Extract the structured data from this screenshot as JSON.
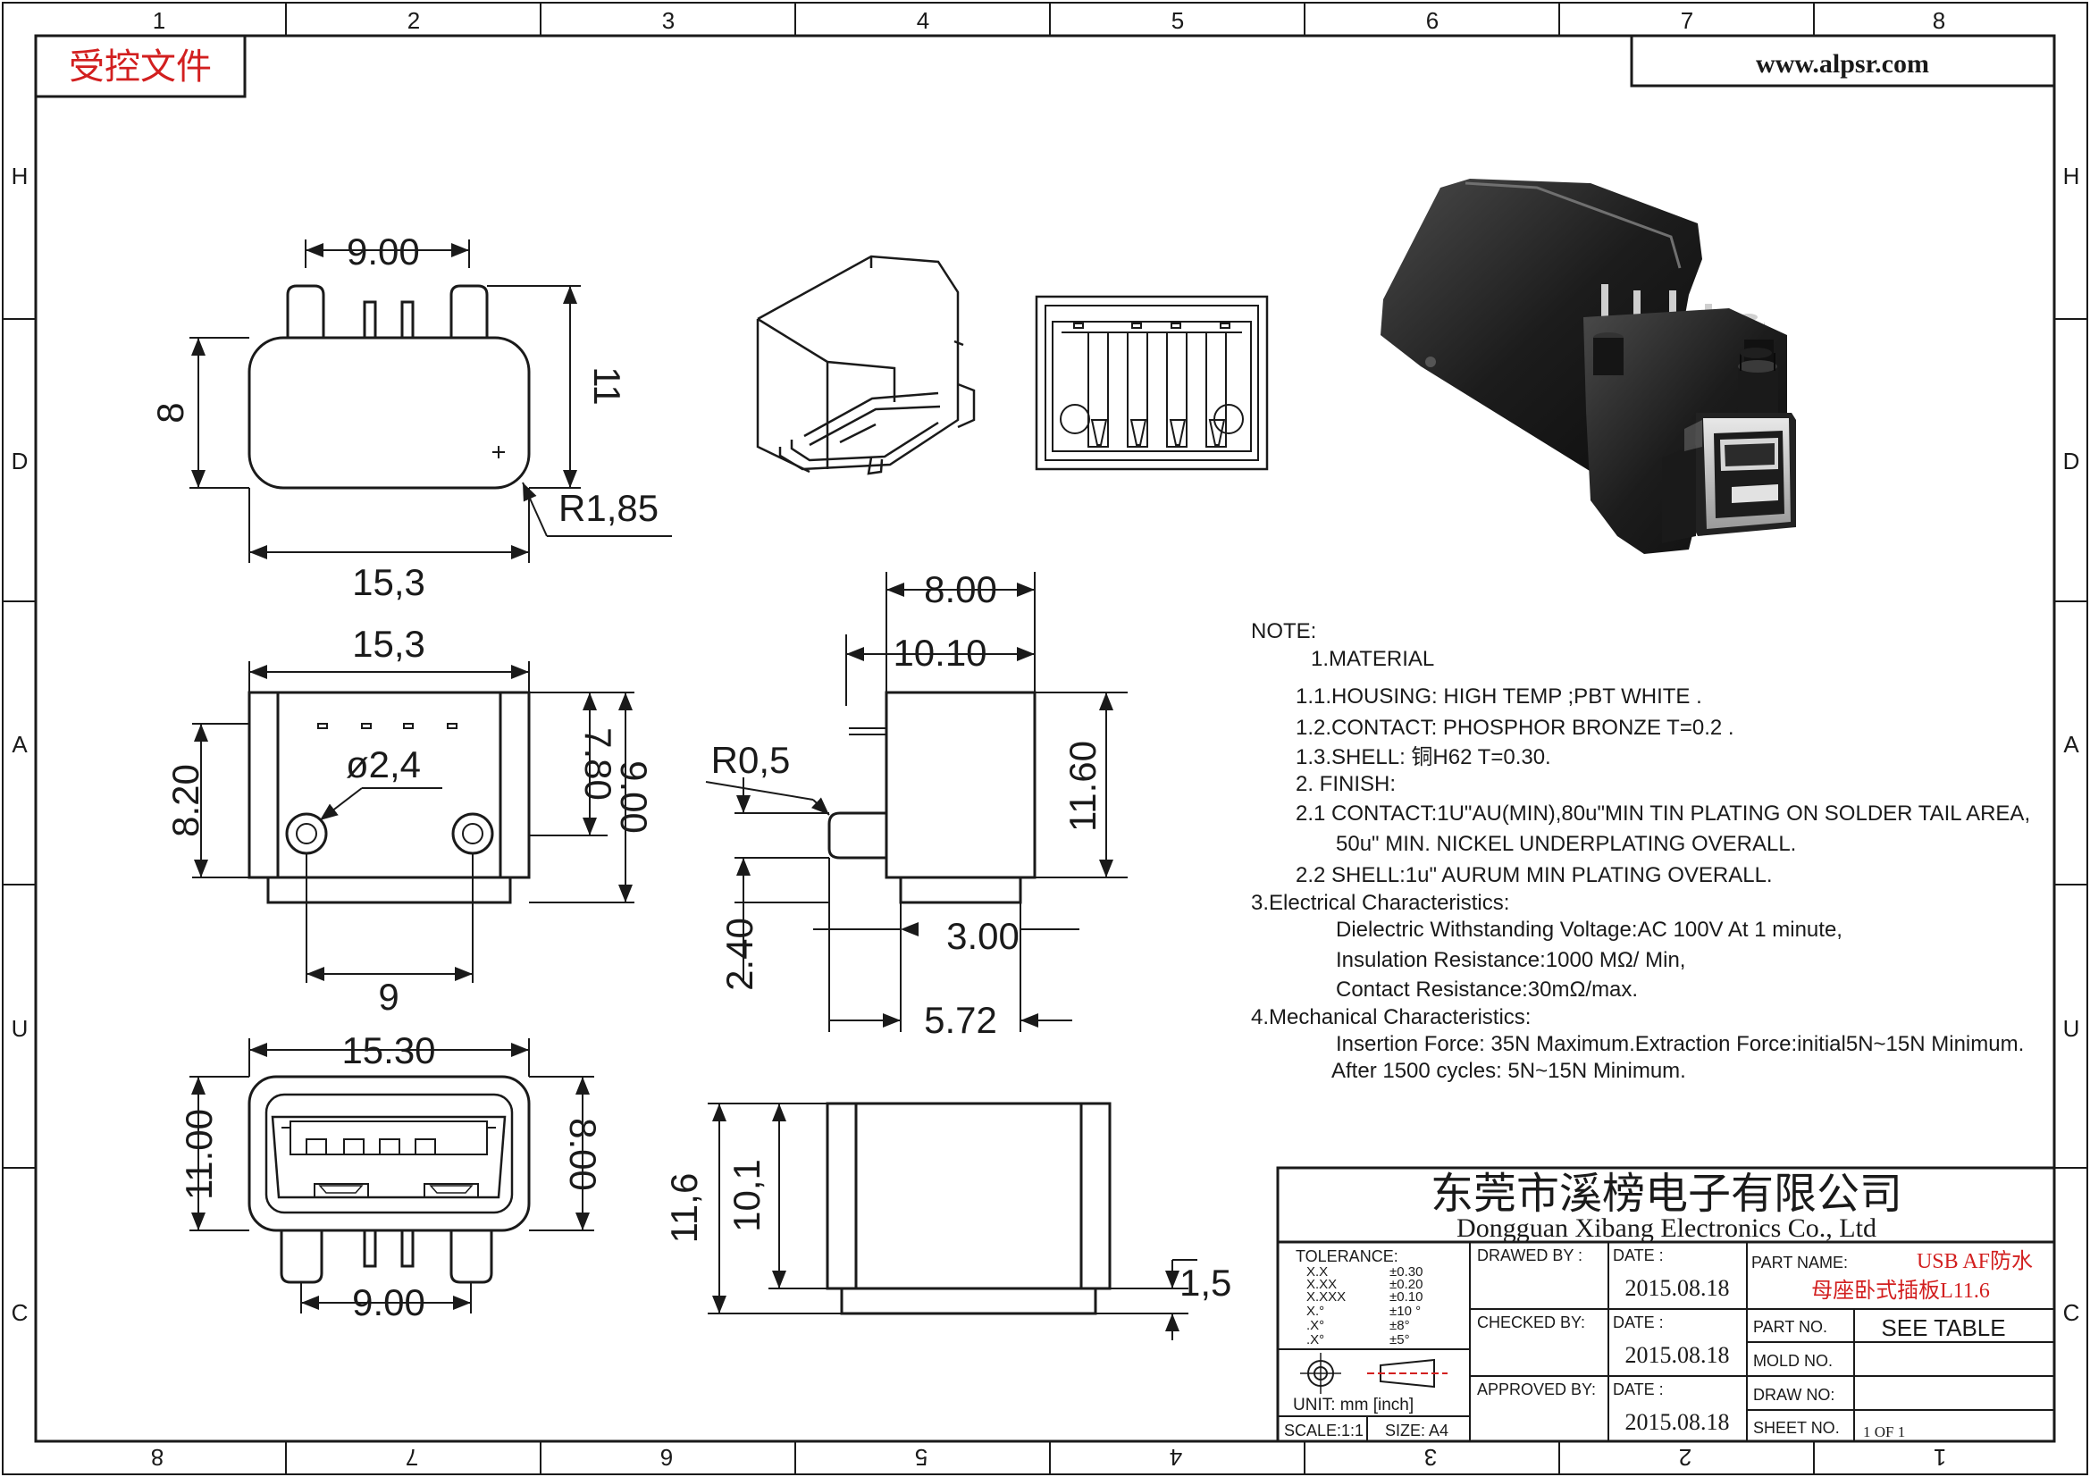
{
  "frame": {
    "top_numbers": [
      "1",
      "2",
      "3",
      "4",
      "5",
      "6",
      "7",
      "8"
    ],
    "bottom_numbers": [
      "8",
      "7",
      "6",
      "5",
      "4",
      "3",
      "2",
      "1"
    ],
    "left_letters": [
      "H",
      "D",
      "A",
      "U",
      "C"
    ],
    "right_letters": [
      "H",
      "D",
      "A",
      "U",
      "C"
    ]
  },
  "header": {
    "stamp": "受控文件",
    "website": "www.alpsr.com"
  },
  "views": {
    "top_view": {
      "width_top": "9.00",
      "height_left": "8",
      "height_right": "11",
      "radius": "R1,85",
      "width_bottom": "15,3"
    },
    "front_view": {
      "width_top": "15,3",
      "height_left": "8.20",
      "height_right_a": "7.80",
      "height_right_b": "9.00",
      "hole": "ø2,4",
      "pitch": "9"
    },
    "side_view": {
      "top_a": "8.00",
      "top_b": "10.10",
      "radius": "R0,5",
      "height": "11.60",
      "pin": "2.40",
      "offset": "3.00",
      "bottom": "5.72"
    },
    "port_view": {
      "width_top": "15.30",
      "height_left": "11.00",
      "height_right": "8.00",
      "width_bottom": "9.00"
    },
    "lower_side_view": {
      "height_a": "11,6",
      "height_b": "10,1",
      "tail": "1,5"
    }
  },
  "notes": {
    "title": "NOTE:",
    "lines": [
      "1.MATERIAL",
      "1.1.HOUSING: HIGH TEMP ;PBT WHITE .",
      "1.2.CONTACT: PHOSPHOR BRONZE T=0.2 .",
      "1.3.SHELL: 铜H62 T=0.30.",
      "2. FINISH:",
      "2.1 CONTACT:1U\"AU(MIN),80u\"MIN TIN PLATING ON SOLDER TAIL AREA,",
      "50u\" MIN. NICKEL UNDERPLATING OVERALL.",
      "2.2 SHELL:1u\" AURUM MIN PLATING OVERALL.",
      "3.Electrical Characteristics:",
      "Dielectric Withstanding Voltage:AC 100V At 1 minute,",
      "Insulation Resistance:1000 MΩ/ Min,",
      "Contact Resistance:30mΩ/max.",
      "4.Mechanical Characteristics:",
      "Insertion Force: 35N Maximum.Extraction Force:initial5N~15N Minimum.",
      "After 1500 cycles: 5N~15N Minimum."
    ]
  },
  "title_block": {
    "company_cn": "东莞市溪榜电子有限公司",
    "company_en": "Dongguan Xibang Electronics Co., Ltd",
    "tolerance_label": "TOLERANCE:",
    "tolerances": [
      {
        "fmt": "X.X",
        "val": "±0.30"
      },
      {
        "fmt": "X.XX",
        "val": "±0.20"
      },
      {
        "fmt": "X.XXX",
        "val": "±0.10"
      },
      {
        "fmt": "X.°",
        "val": "±10 °"
      },
      {
        "fmt": ".X°",
        "val": "±8°"
      },
      {
        "fmt": ".X°",
        "val": "±5°"
      }
    ],
    "unit": "UNIT: mm [inch]",
    "scale": "SCALE:1:1",
    "size": "SIZE: A4",
    "drawn_by": "DRAWED BY :",
    "checked_by": "CHECKED BY:",
    "approved_by": "APPROVED BY:",
    "date_label": "DATE :",
    "dates": [
      "2015.08.18",
      "2015.08.18",
      "2015.08.18"
    ],
    "part_name_label": "PART NAME:",
    "part_name_1": "USB AF防水",
    "part_name_2": "母座卧式插板L11.6",
    "part_no_label": "PART NO.",
    "part_no": "SEE TABLE",
    "mold_no_label": "MOLD NO.",
    "draw_no_label": "DRAW NO:",
    "sheet_label": "SHEET NO.",
    "sheet": "1 OF 1"
  },
  "colors": {
    "line": "#1a1a1a",
    "stamp": "#d21f1f",
    "part_name": "#d21f1f"
  }
}
